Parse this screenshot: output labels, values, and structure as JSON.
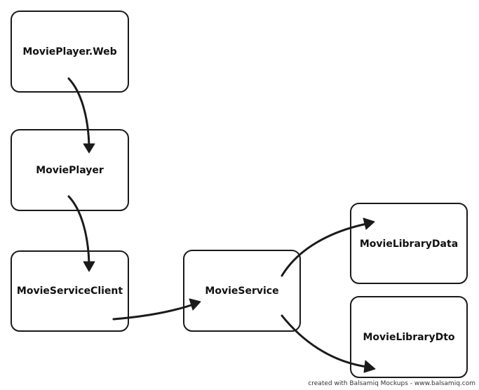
{
  "nodes": [
    {
      "id": "movieplayer-web",
      "label": "MoviePlayer.Web"
    },
    {
      "id": "movieplayer",
      "label": "MoviePlayer"
    },
    {
      "id": "movieserviceclient",
      "label": "MovieServiceClient"
    },
    {
      "id": "movieservice",
      "label": "MovieService"
    },
    {
      "id": "movielibrarydata",
      "label": "MovieLibraryData"
    },
    {
      "id": "movielibrarydto",
      "label": "MovieLibraryDto"
    }
  ],
  "edges": [
    {
      "from": "movieplayer-web",
      "to": "movieplayer"
    },
    {
      "from": "movieplayer",
      "to": "movieserviceclient"
    },
    {
      "from": "movieserviceclient",
      "to": "movieservice"
    },
    {
      "from": "movieservice",
      "to": "movielibrarydata"
    },
    {
      "from": "movieservice",
      "to": "movielibrarydto"
    }
  ],
  "footer": {
    "text": "created with Balsamiq Mockups - www.balsamiq.com"
  },
  "colors": {
    "stroke": "#1a1a1a",
    "background": "#ffffff"
  }
}
